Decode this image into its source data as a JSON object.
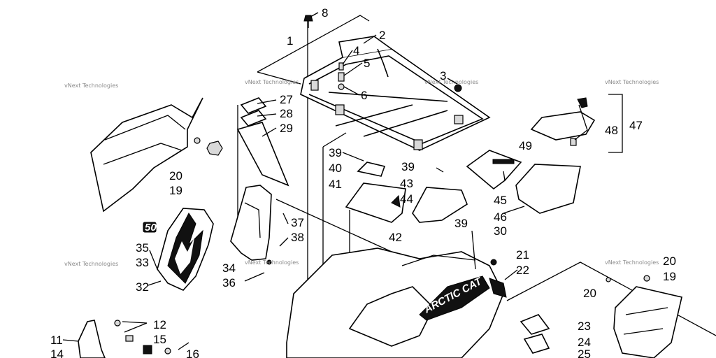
{
  "watermark": "vNext Technologies",
  "brand_text": "ARCTIC CAT",
  "badge_text": "50",
  "callouts": [
    "8",
    "1",
    "2",
    "4",
    "5",
    "6",
    "3",
    "27",
    "28",
    "29",
    "20",
    "19",
    "47",
    "48",
    "49",
    "39",
    "40",
    "41",
    "43",
    "44",
    "42",
    "45",
    "46",
    "39",
    "30",
    "37",
    "38",
    "35",
    "33",
    "34",
    "32",
    "36",
    "21",
    "22",
    "20",
    "19",
    "20",
    "12",
    "11",
    "15",
    "14",
    "16",
    "23",
    "24",
    "25",
    "39"
  ]
}
